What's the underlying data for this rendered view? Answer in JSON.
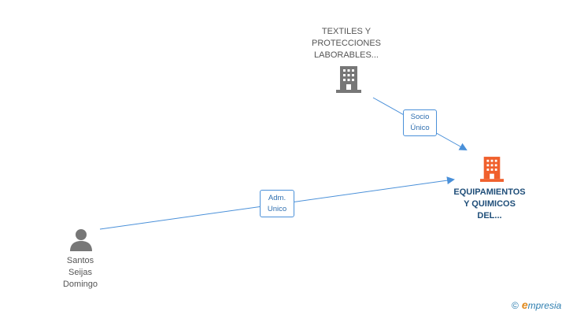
{
  "nodes": {
    "textiles": {
      "lines": [
        "TEXTILES Y",
        "PROTECCIONES",
        "LABORABLES..."
      ],
      "icon": "building-icon",
      "color": "#777777"
    },
    "equipamientos": {
      "lines": [
        "EQUIPAMIENTOS",
        "Y QUIMICOS",
        "DEL..."
      ],
      "icon": "building-icon",
      "color": "#f0602d"
    },
    "santos": {
      "lines": [
        "Santos",
        "Seijas",
        "Domingo"
      ],
      "icon": "person-icon",
      "color": "#777777"
    }
  },
  "edges": {
    "socio": {
      "lines": [
        "Socio",
        "Único"
      ],
      "from": "textiles",
      "to": "equipamientos"
    },
    "adm": {
      "lines": [
        "Adm.",
        "Unico"
      ],
      "from": "santos",
      "to": "equipamientos"
    }
  },
  "colors": {
    "edge": "#4a90d9",
    "text": "#555555"
  },
  "watermark": {
    "symbol": "©",
    "brand_initial": "e",
    "brand_rest": "mpresia"
  }
}
